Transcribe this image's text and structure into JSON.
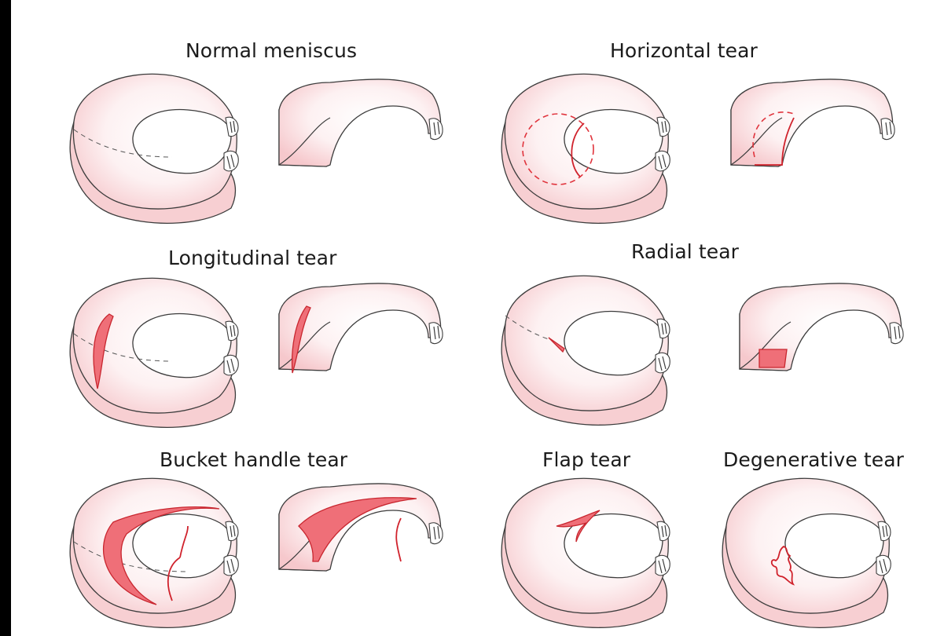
{
  "labels": {
    "normal": "Normal meniscus",
    "horizontal": "Horizontal tear",
    "longitudinal": "Longitudinal tear",
    "radial": "Radial tear",
    "bucket": "Bucket handle tear",
    "flap": "Flap tear",
    "degenerative": "Degenerative tear"
  },
  "colors": {
    "background": "#ffffff",
    "meniscus_tissue": "#f7cfd2",
    "tear": "#ef6f78",
    "outline": "#3c3c3c"
  }
}
